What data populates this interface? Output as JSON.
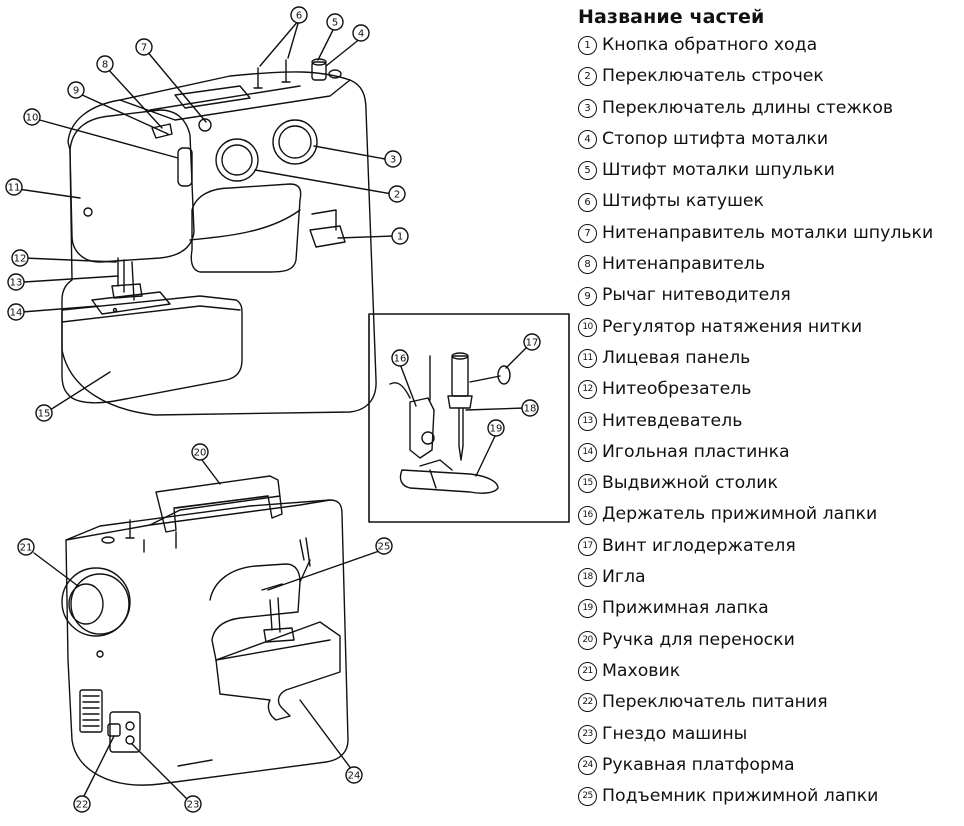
{
  "heading": "Название частей",
  "parts": [
    {
      "num": "1",
      "label": "Кнопка обратного хода"
    },
    {
      "num": "2",
      "label": "Переключатель строчек"
    },
    {
      "num": "3",
      "label": "Переключатель длины стежков"
    },
    {
      "num": "4",
      "label": "Стопор штифта моталки"
    },
    {
      "num": "5",
      "label": "Штифт моталки шпульки"
    },
    {
      "num": "6",
      "label": "Штифты катушек"
    },
    {
      "num": "7",
      "label": "Нитенаправитель моталки шпульки"
    },
    {
      "num": "8",
      "label": "Нитенаправитель"
    },
    {
      "num": "9",
      "label": "Рычаг нитеводителя"
    },
    {
      "num": "10",
      "label": "Регулятор натяжения нитки"
    },
    {
      "num": "11",
      "label": "Лицевая панель"
    },
    {
      "num": "12",
      "label": "Нитеобрезатель"
    },
    {
      "num": "13",
      "label": "Нитевдеватель"
    },
    {
      "num": "14",
      "label": "Игольная пластинка"
    },
    {
      "num": "15",
      "label": "Выдвижной столик"
    },
    {
      "num": "16",
      "label": "Держатель прижимной лапки"
    },
    {
      "num": "17",
      "label": "Винт иглодержателя"
    },
    {
      "num": "18",
      "label": "Игла"
    },
    {
      "num": "19",
      "label": "Прижимная лапка"
    },
    {
      "num": "20",
      "label": "Ручка для переноски"
    },
    {
      "num": "21",
      "label": "Маховик"
    },
    {
      "num": "22",
      "label": "Переключатель питания"
    },
    {
      "num": "23",
      "label": "Гнездо машины"
    },
    {
      "num": "24",
      "label": "Рукавная платформа"
    },
    {
      "num": "25",
      "label": "Подъемник прижимной лапки"
    }
  ],
  "callouts": [
    "1",
    "2",
    "3",
    "4",
    "5",
    "6",
    "7",
    "8",
    "9",
    "10",
    "11",
    "12",
    "13",
    "14",
    "15",
    "16",
    "17",
    "18",
    "19",
    "20",
    "21",
    "22",
    "23",
    "24",
    "25"
  ]
}
